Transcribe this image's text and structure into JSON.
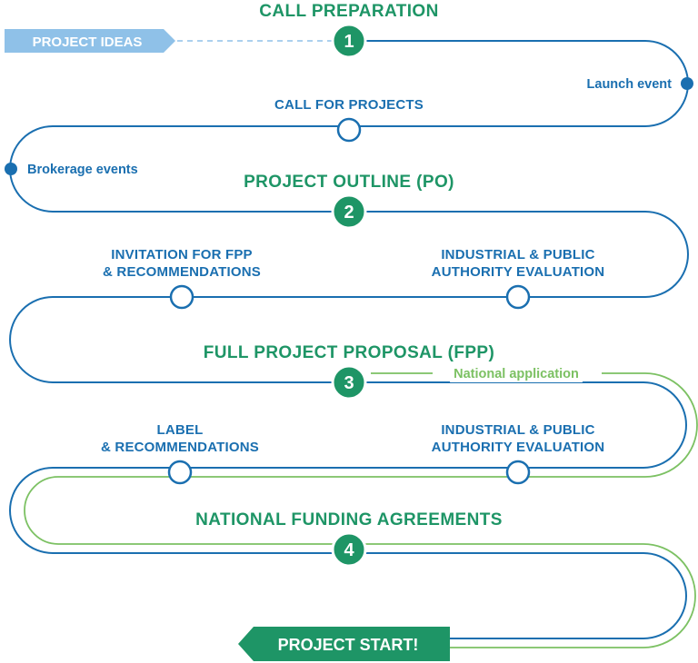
{
  "colors": {
    "blue_line": "#1a6fb0",
    "green_line": "#7cc163",
    "step_green": "#1e9566",
    "ideas_bg": "#8fc1e8",
    "start_bg": "#1e9566"
  },
  "start_tag": "PROJECT IDEAS",
  "end_tag": "PROJECT START!",
  "steps": [
    {
      "number": "1",
      "title": "CALL PREPARATION"
    },
    {
      "number": "2",
      "title": "PROJECT OUTLINE (PO)"
    },
    {
      "number": "3",
      "title": "FULL PROJECT PROPOSAL (FPP)"
    },
    {
      "number": "4",
      "title": "NATIONAL FUNDING AGREEMENTS"
    }
  ],
  "milestones": {
    "call_for_projects": [
      "CALL FOR PROJECTS"
    ],
    "invitation_fpp": [
      "INVITATION FOR FPP",
      "& RECOMMENDATIONS"
    ],
    "evaluation_1": [
      "INDUSTRIAL & PUBLIC",
      "AUTHORITY EVALUATION"
    ],
    "label": [
      "LABEL",
      "& RECOMMENDATIONS"
    ],
    "evaluation_2": [
      "INDUSTRIAL & PUBLIC",
      "AUTHORITY EVALUATION"
    ]
  },
  "events": {
    "launch": "Launch event",
    "brokerage": "Brokerage events"
  },
  "national_application": "National application"
}
